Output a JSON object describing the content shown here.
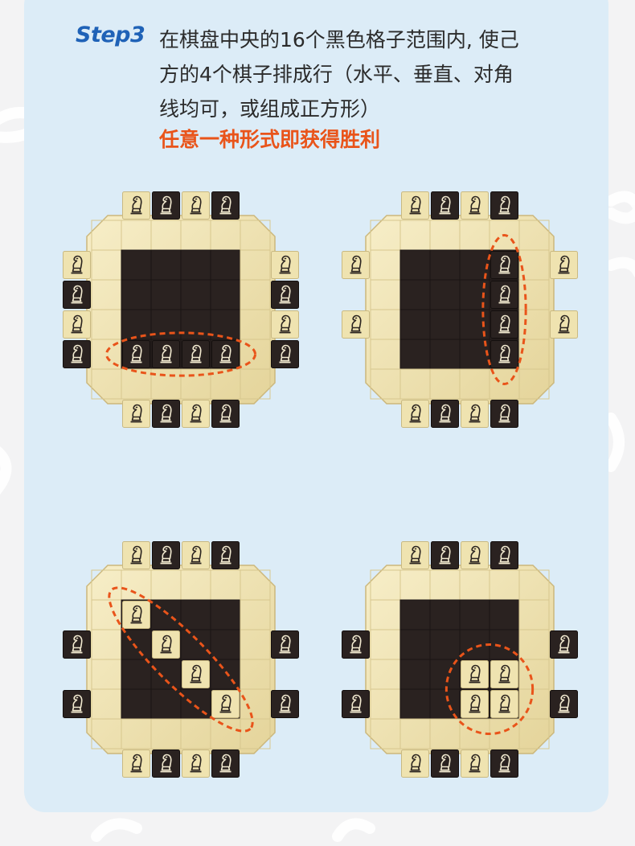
{
  "step": {
    "label": "Step3",
    "lines": [
      "在棋盘中央的16个黑色格子范围内, 使己",
      "方的4个棋子排成行（水平、垂直、对角",
      "线均可，或组成正方形）"
    ],
    "highlight": "任意一种形式即获得胜利"
  },
  "colors": {
    "background": "#f3f3f4",
    "card": "#dcecf7",
    "step_label": "#1f62b7",
    "highlight": "#e9541a",
    "wood_light": "#efe3b0",
    "wood_dark": "#2a2220",
    "annotation": "#e9541a"
  },
  "boards": [
    {
      "name": "horizontal-row",
      "side_pieces": {
        "top": [
          "light",
          "dark",
          "light",
          "dark"
        ],
        "bottom": [
          "light",
          "dark",
          "light",
          "dark"
        ],
        "left": [
          "light",
          "dark",
          "light",
          "dark"
        ],
        "right": [
          "light",
          "dark",
          "light",
          "dark"
        ]
      },
      "center_pieces": [
        [
          3,
          0,
          "dark"
        ],
        [
          3,
          1,
          "dark"
        ],
        [
          3,
          2,
          "dark"
        ],
        [
          3,
          3,
          "dark"
        ]
      ],
      "highlight_shape": "horizontal-ellipse"
    },
    {
      "name": "vertical-column",
      "side_pieces": {
        "top": [
          "light",
          "dark",
          "light",
          "dark"
        ],
        "bottom": [
          "light",
          "dark",
          "light",
          "dark"
        ],
        "left": [
          "light",
          "empty",
          "light",
          "empty"
        ],
        "right": [
          "light",
          "empty",
          "light",
          "empty"
        ]
      },
      "center_pieces": [
        [
          0,
          3,
          "dark"
        ],
        [
          1,
          3,
          "dark"
        ],
        [
          2,
          3,
          "dark"
        ],
        [
          3,
          3,
          "dark"
        ]
      ],
      "highlight_shape": "vertical-ellipse"
    },
    {
      "name": "diagonal-line",
      "side_pieces": {
        "top": [
          "light",
          "dark",
          "light",
          "dark"
        ],
        "bottom": [
          "light",
          "dark",
          "light",
          "dark"
        ],
        "left": [
          "empty",
          "dark",
          "empty",
          "dark"
        ],
        "right": [
          "empty",
          "dark",
          "empty",
          "dark"
        ]
      },
      "center_pieces": [
        [
          0,
          0,
          "light"
        ],
        [
          1,
          1,
          "light"
        ],
        [
          2,
          2,
          "light"
        ],
        [
          3,
          3,
          "light"
        ]
      ],
      "highlight_shape": "diagonal-ellipse"
    },
    {
      "name": "square-block",
      "side_pieces": {
        "top": [
          "light",
          "dark",
          "light",
          "dark"
        ],
        "bottom": [
          "light",
          "dark",
          "light",
          "dark"
        ],
        "left": [
          "empty",
          "dark",
          "empty",
          "dark"
        ],
        "right": [
          "empty",
          "dark",
          "empty",
          "dark"
        ]
      },
      "center_pieces": [
        [
          2,
          2,
          "light"
        ],
        [
          2,
          3,
          "light"
        ],
        [
          3,
          2,
          "light"
        ],
        [
          3,
          3,
          "light"
        ]
      ],
      "highlight_shape": "circle"
    }
  ]
}
